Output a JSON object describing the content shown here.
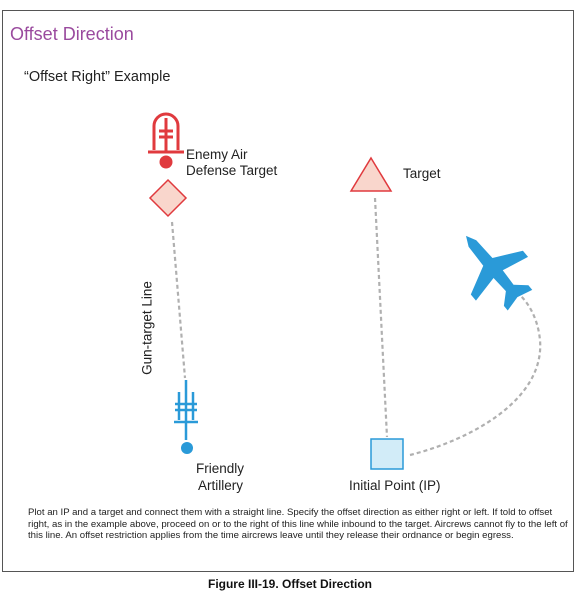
{
  "title": "Offset Direction",
  "subtitle": "“Offset Right” Example",
  "labels": {
    "enemy_line1": "Enemy Air",
    "enemy_line2": "Defense Target",
    "target": "Target",
    "gun_target_line": "Gun-target Line",
    "friendly_line1": "Friendly",
    "friendly_line2": "Artillery",
    "ip": "Initial Point (IP)"
  },
  "body_text": "Plot an IP and a target and connect them with a straight line.  Specify the offset direction as either right or left.  If told to offset right, as in the example above, proceed on or to the right of this line while inbound to the target.  Aircrews cannot fly to the left of this line.  An offset restriction applies from the time aircrews leave until they release their ordnance or begin egress.",
  "figure_caption": "Figure III-19.  Offset Direction",
  "icons": {
    "enemy_symbol": "air-defense-icon",
    "enemy_target": "diamond-icon",
    "target": "triangle-icon",
    "friendly": "artillery-icon",
    "ip": "square-icon",
    "aircraft": "jet-aircraft-icon"
  },
  "colors": {
    "title": "#9a4a9e",
    "enemy": "#e03a3e",
    "enemy_fill": "#f9d6cc",
    "friendly": "#2a9ad8",
    "ip_fill": "#d2ecf8",
    "line": "#b0b0b0"
  }
}
